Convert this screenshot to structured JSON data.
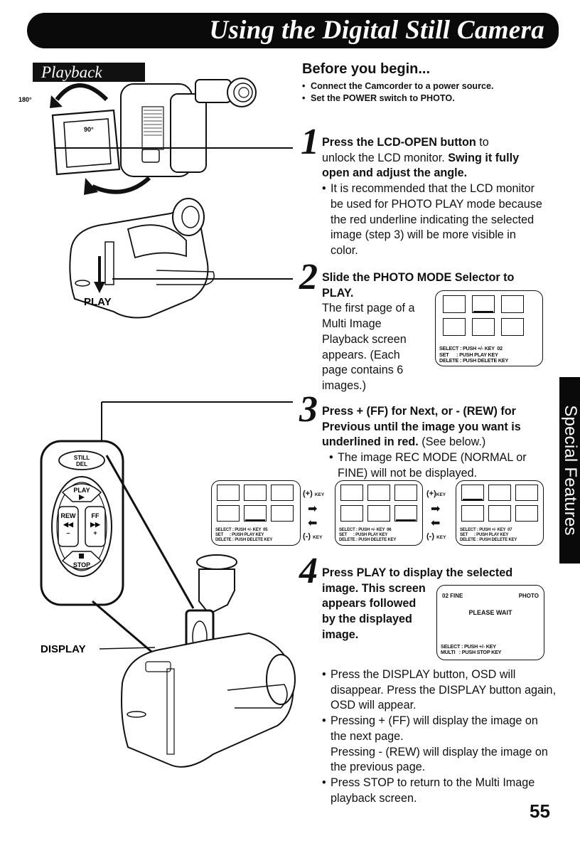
{
  "header": {
    "title": "Using the Digital Still Camera",
    "section": "Playback"
  },
  "before_you_begin": {
    "heading": "Before you begin...",
    "items": [
      "Connect the Camcorder to a power source.",
      "Set the POWER switch to PHOTO."
    ]
  },
  "steps": [
    {
      "number": "1",
      "lines": [
        {
          "bold": "Press the LCD-OPEN button",
          "normal": " to"
        },
        {
          "normal": "unlock the LCD monitor. ",
          "bold": "Swing it fully"
        },
        {
          "bold": "open and adjust the angle."
        }
      ],
      "bullets": [
        "It is recommended that the LCD monitor be used for PHOTO PLAY mode because the red underline indicating the selected image (step 3) will be more visible in color."
      ]
    },
    {
      "number": "2",
      "heading_line1": "Slide the PHOTO MODE Selector to",
      "heading_line2": "PLAY.",
      "body": "The first page of a Multi Image Playback screen appears. (Each page contains 6 images.)"
    },
    {
      "number": "3",
      "heading_line1": "Press + (FF) for Next, or - (REW) for",
      "heading_line2": "Previous until the image you want is",
      "heading_line3_bold": "underlined in red.",
      "heading_line3_normal": " (See below.)",
      "bullets": [
        "The image REC MODE (NORMAL or FINE) will not be displayed."
      ]
    },
    {
      "number": "4",
      "heading_line1": "Press PLAY to display the selected",
      "heading_rest": "image. This screen appears followed by the displayed image.",
      "bullets": [
        "Press the DISPLAY button, OSD will disappear. Press the DISPLAY button again, OSD will appear.",
        "Pressing  + (FF) will display the image on the next page.",
        "Pressing - (REW) will display the image on the previous page.",
        "Press STOP to return to the Multi Image playback screen."
      ]
    }
  ],
  "osd_screens": {
    "multi_step2": {
      "selected_index": 1,
      "lines": "SELECT : PUSH +/- KEY  02\nSET      : PUSH PLAY KEY\nDELETE : PUSH DELETE KEY"
    },
    "multi_a": {
      "selected_index": 4,
      "lines": "SELECT : PUSH +/- KEY  05\nSET      : PUSH PLAY KEY\nDELETE : PUSH DELETE KEY"
    },
    "multi_b": {
      "selected_index": 5,
      "lines": "SELECT : PUSH +/- KEY  06\nSET      : PUSH PLAY KEY\nDELETE : PUSH DELETE KEY"
    },
    "multi_c": {
      "selected_index": 0,
      "lines": "SELECT : PUSH +/- KEY  07\nSET      : PUSH PLAY KEY\nDELETE : PUSH DELETE KEY"
    },
    "single": {
      "top_left": "02 FINE",
      "top_right": "PHOTO",
      "center": "PLEASE WAIT",
      "lines": "SELECT : PUSH +/- KEY\nMULTI   : PUSH STOP KEY"
    },
    "keys": {
      "plus": "(+)",
      "minus": "(-)",
      "key": "KEY"
    }
  },
  "illustration_labels": {
    "angle_180": "180°",
    "angle_90": "90°",
    "play": "PLAY",
    "display": "DISPLAY",
    "remote": {
      "still_del_1": "STILL",
      "still_del_2": "DEL",
      "play": "PLAY",
      "rew": "REW",
      "ff": "FF",
      "stop": "STOP",
      "minus": "–",
      "plus": "+"
    }
  },
  "side_tab": "Special Features",
  "page_number": "55"
}
